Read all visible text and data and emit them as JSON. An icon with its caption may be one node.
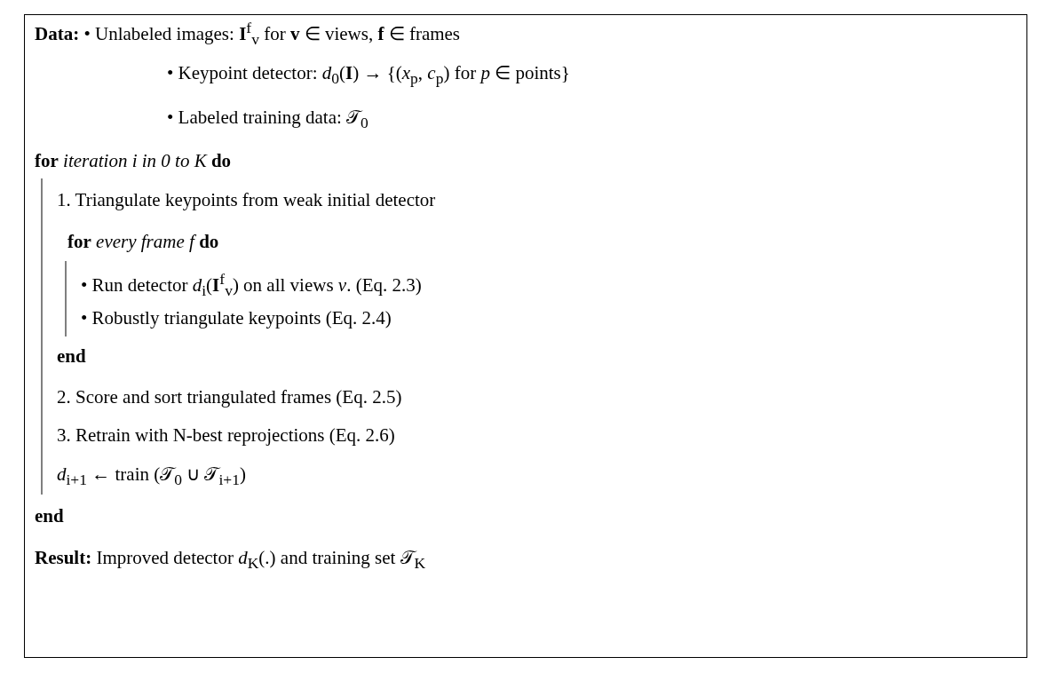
{
  "diagram": {
    "nodes": [
      {
        "text": [
          "**Data:** • Unlabeled images: **I**$^{f}$$_{v}$ for **v** ∈ views, **f** ∈ frames",
          "• Keypoint detector: *d*$_{0}$(**I**) → {(*x*$_{p}$, *c*$_{p}$) for *p* ∈ points}",
          "• Labeled training data: 𝒯$_{0}$",
          "**for** *iteration i in 0 to K* **do**",
          "1. Triangulate keypoints from weak initial detector",
          "**for** *every frame f* **do**",
          "• Run detector *d*$_{i}$(**I**$^{f}$$_{v}$) on all views *v*. (Eq. 2.3)",
          "• Robustly triangulate keypoints (Eq. 2.4)",
          "**end**",
          "2. Score and sort triangulated frames (Eq. 2.5)",
          "3. Retrain with N-best reprojections (Eq. 2.6)",
          "*d*$_{i+1}$ ← train (𝒯$_{0}$ ∪ 𝒯$_{i+1}$)",
          "**end**",
          "**Result:** Improved detector *d*$_{K}$(.) and training set 𝒯$_{K}$"
        ]
      }
    ]
  }
}
